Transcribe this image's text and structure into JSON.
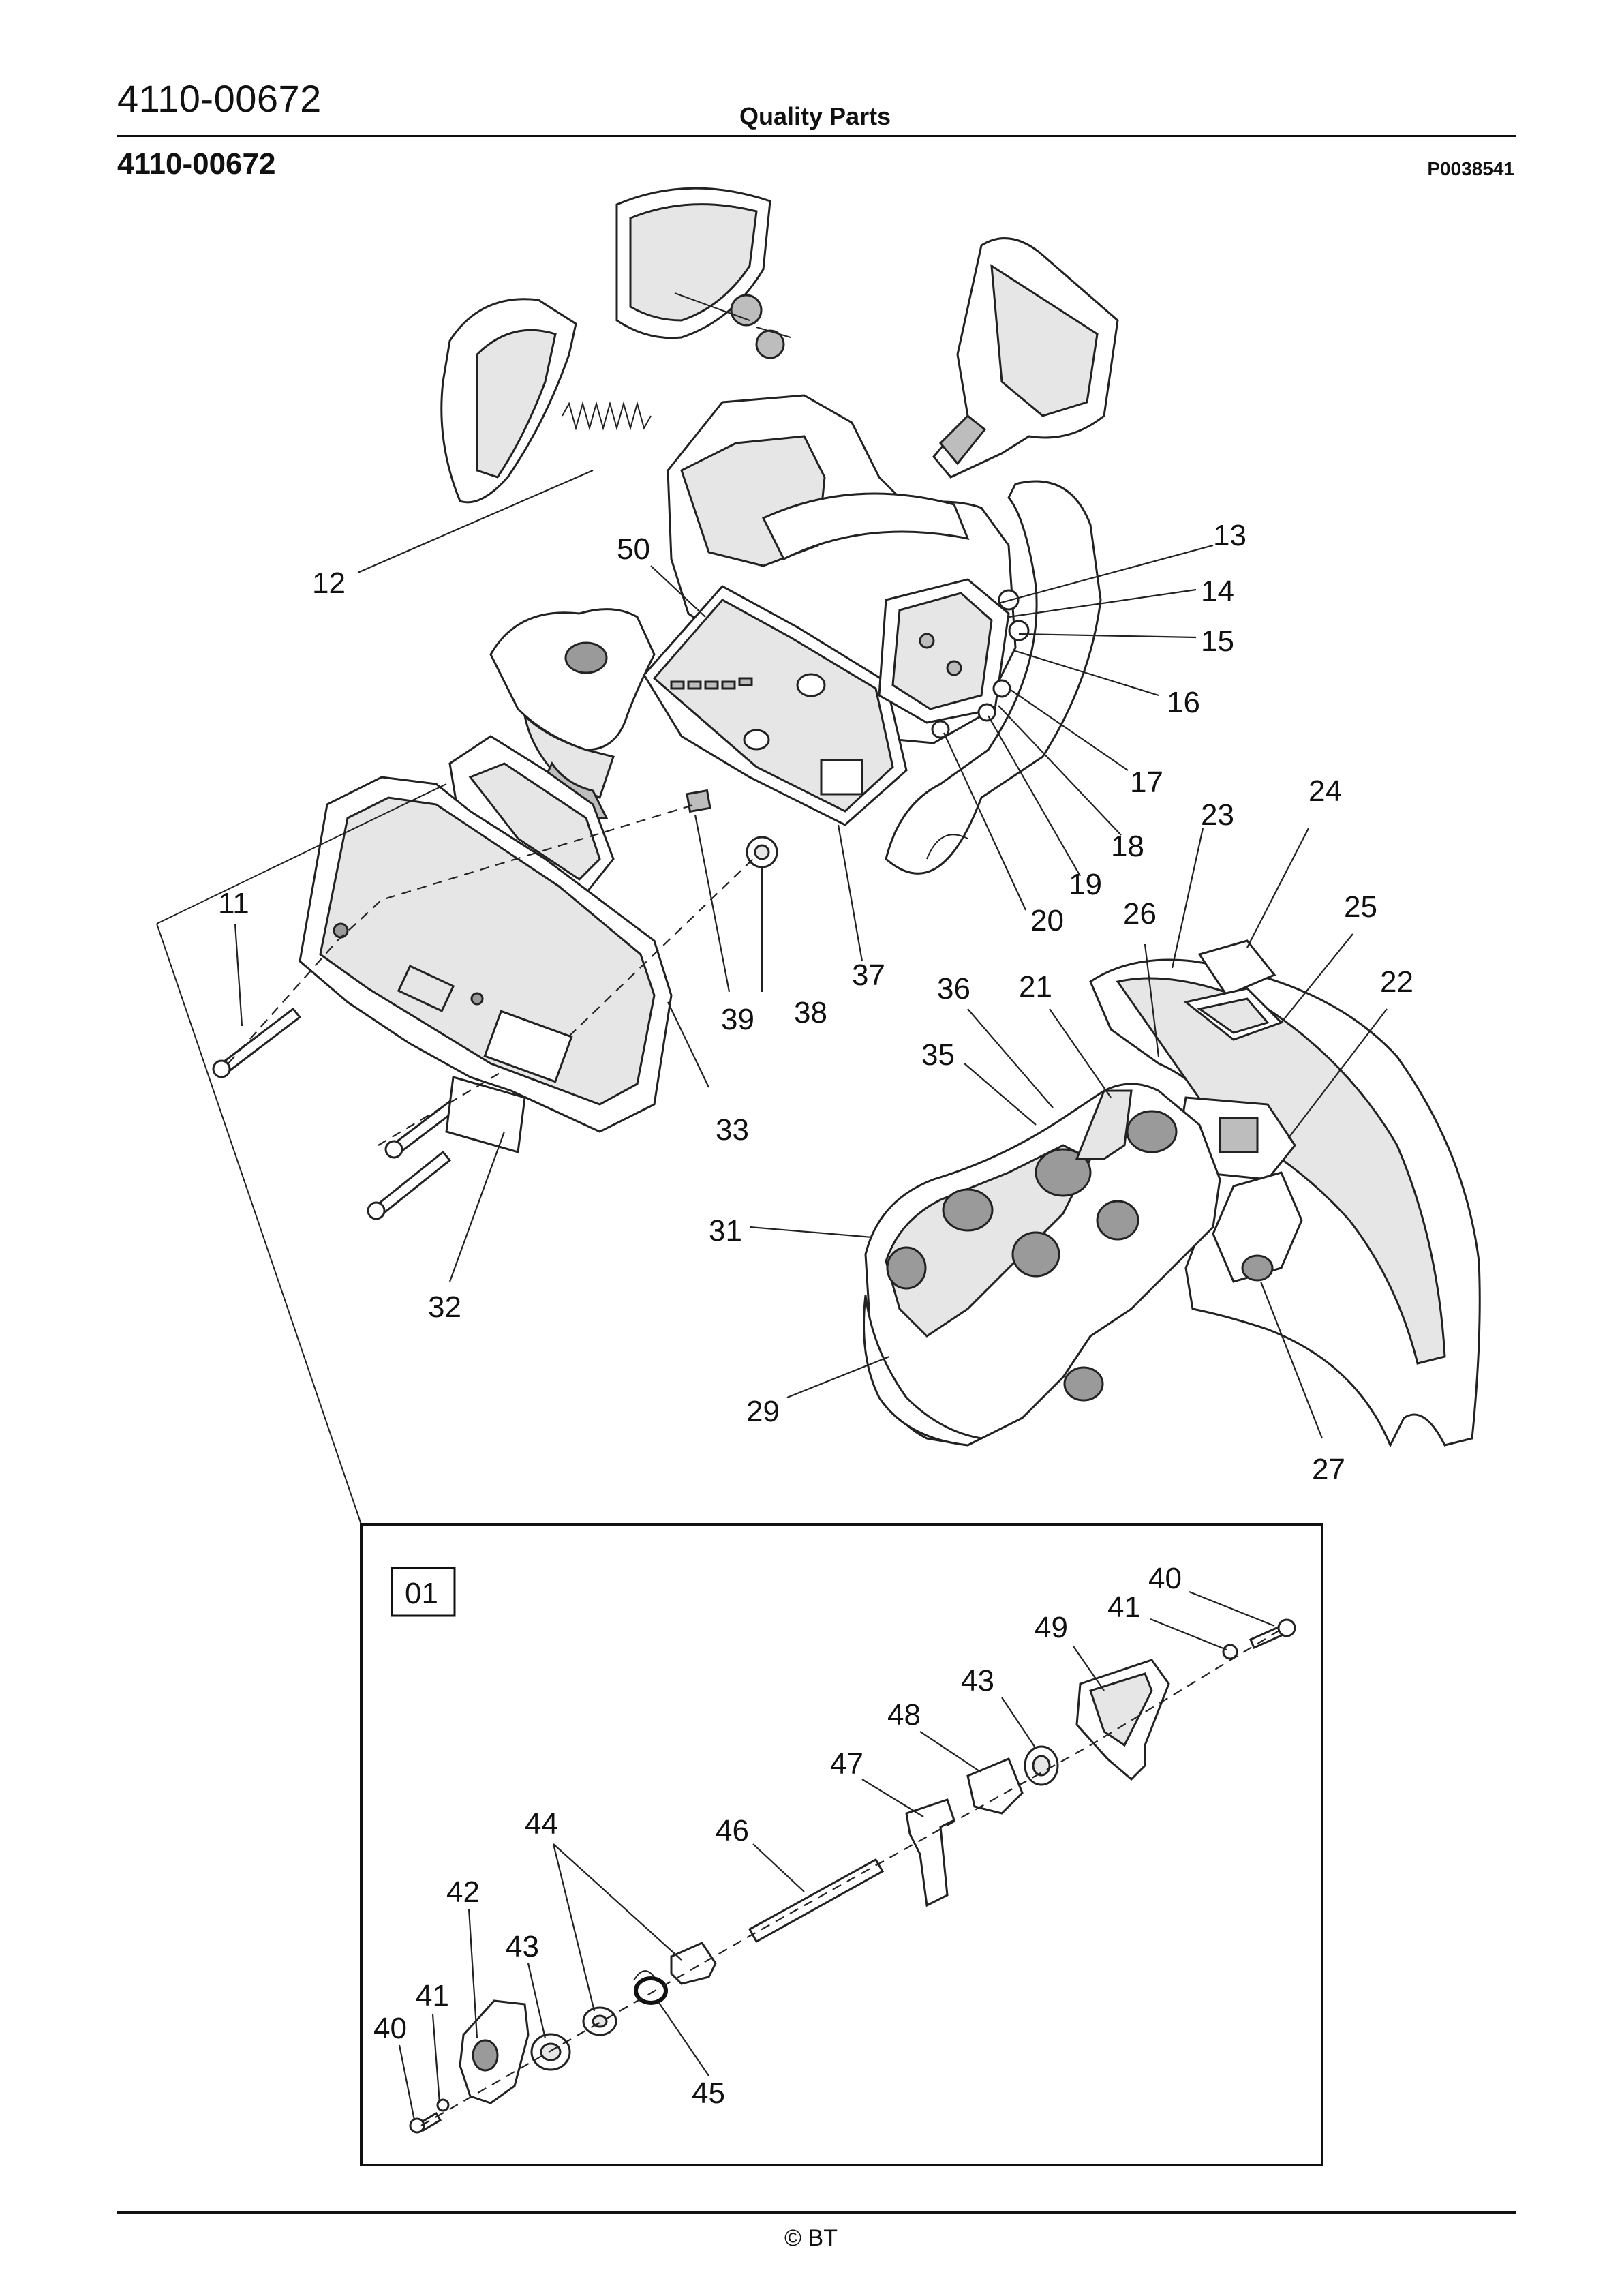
{
  "header": {
    "part_number": "4110-00672",
    "title": "Quality Parts",
    "subtitle_left": "4110-00672",
    "subtitle_right": "P0038541"
  },
  "footer": {
    "copyright": "© BT"
  },
  "detail_box": {
    "label": "01"
  },
  "callouts": {
    "c11": "11",
    "c12": "12",
    "c13": "13",
    "c14": "14",
    "c15": "15",
    "c16": "16",
    "c17": "17",
    "c18": "18",
    "c19": "19",
    "c20": "20",
    "c21": "21",
    "c22": "22",
    "c23": "23",
    "c24": "24",
    "c25": "25",
    "c26": "26",
    "c27": "27",
    "c29": "29",
    "c31": "31",
    "c32": "32",
    "c33": "33",
    "c35": "35",
    "c36": "36",
    "c37": "37",
    "c38": "38",
    "c39": "39",
    "c50": "50",
    "c40a": "40",
    "c41a": "41",
    "c49": "49",
    "c43a": "43",
    "c48": "48",
    "c47": "47",
    "c46": "46",
    "c44": "44",
    "c42": "42",
    "c43b": "43",
    "c41b": "41",
    "c40b": "40",
    "c45": "45"
  }
}
